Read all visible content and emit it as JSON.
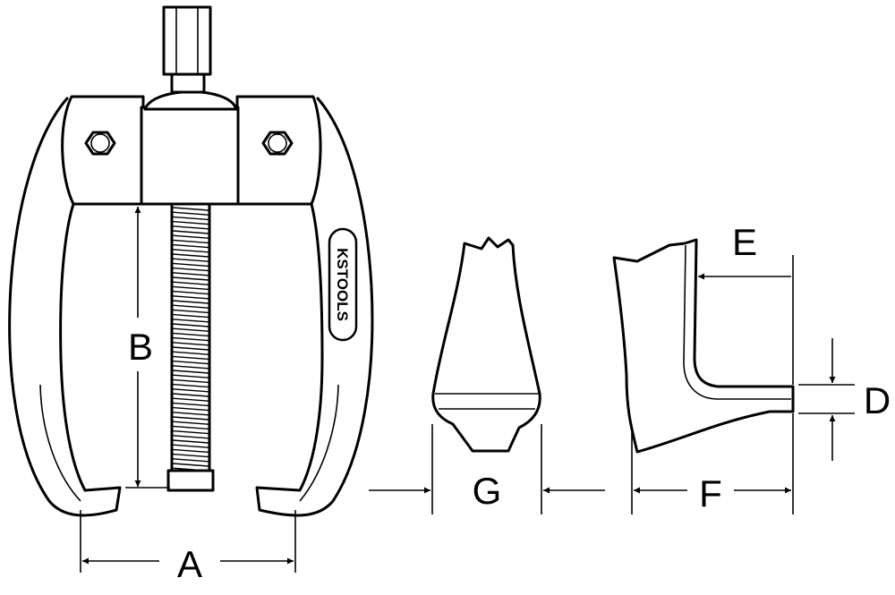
{
  "labels": {
    "A": "A",
    "B": "B",
    "D": "D",
    "E": "E",
    "F": "F",
    "G": "G"
  },
  "logo": {
    "text": "KSTOOLS"
  }
}
